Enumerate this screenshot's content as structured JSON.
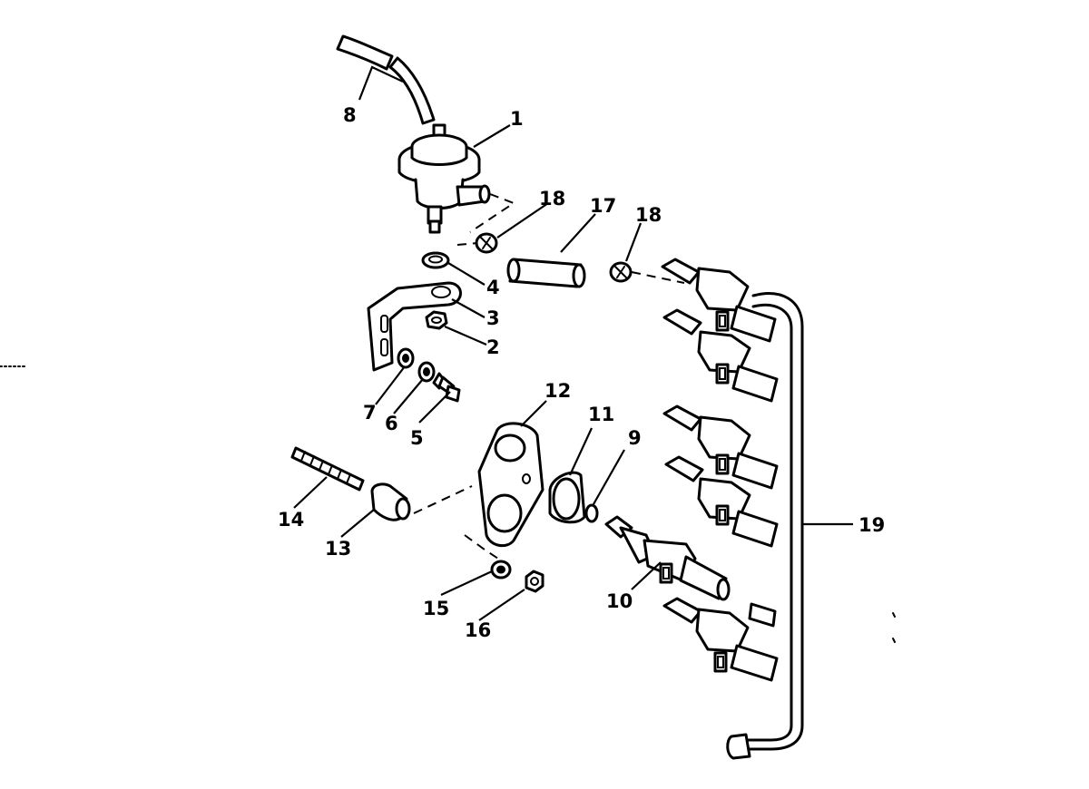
{
  "callouts": [
    {
      "id": "c1",
      "text": "1"
    },
    {
      "id": "c2",
      "text": "2"
    },
    {
      "id": "c3",
      "text": "3"
    },
    {
      "id": "c4",
      "text": "4"
    },
    {
      "id": "c5",
      "text": "5"
    },
    {
      "id": "c6",
      "text": "6"
    },
    {
      "id": "c7",
      "text": "7"
    },
    {
      "id": "c8",
      "text": "8"
    },
    {
      "id": "c9",
      "text": "9"
    },
    {
      "id": "c10",
      "text": "10"
    },
    {
      "id": "c11",
      "text": "11"
    },
    {
      "id": "c12",
      "text": "12"
    },
    {
      "id": "c13",
      "text": "13"
    },
    {
      "id": "c14",
      "text": "14"
    },
    {
      "id": "c15",
      "text": "15"
    },
    {
      "id": "c16",
      "text": "16"
    },
    {
      "id": "c17",
      "text": "17"
    },
    {
      "id": "c18a",
      "text": "18"
    },
    {
      "id": "c18b",
      "text": "18"
    },
    {
      "id": "c19",
      "text": "19"
    }
  ]
}
